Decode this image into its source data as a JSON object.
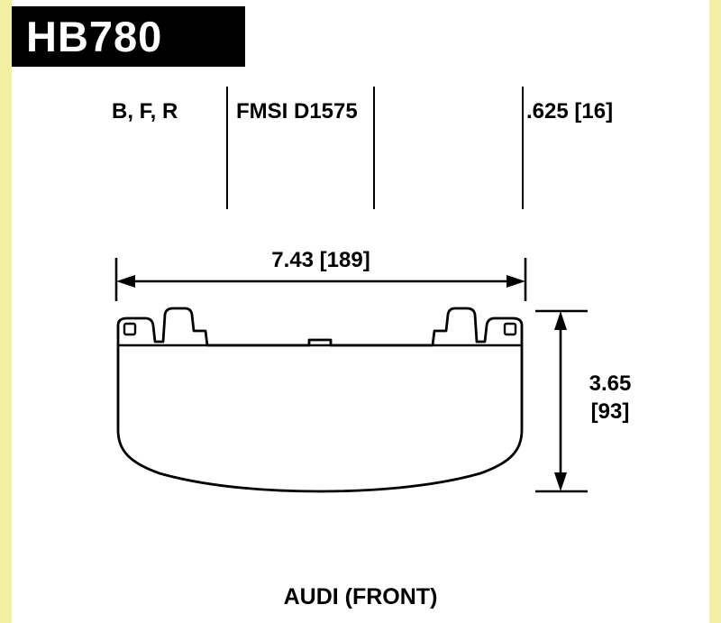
{
  "header": {
    "part_number": "HB780"
  },
  "specs": {
    "compounds": "B, F, R",
    "fmsi": "FMSI D1575",
    "pad_thickness": ".625 [16]"
  },
  "dimensions": {
    "width": "7.43 [189]",
    "height_line1": "3.65",
    "height_line2": "[93]"
  },
  "application": "AUDI (FRONT)",
  "colors": {
    "edge_strip": "#f3efa2",
    "header_bg": "#000000",
    "header_text": "#ffffff",
    "line": "#000000"
  }
}
